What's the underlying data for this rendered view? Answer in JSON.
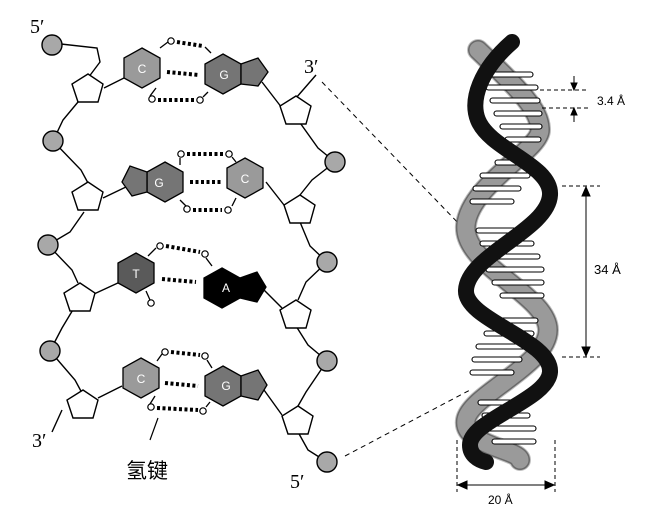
{
  "left_strand": {
    "top_end_label": "5′",
    "bottom_end_label": "3′"
  },
  "right_strand": {
    "top_end_label": "3′",
    "bottom_end_label": "5′"
  },
  "base_pairs": [
    {
      "left": "C",
      "right": "G"
    },
    {
      "left": "G",
      "right": "C"
    },
    {
      "left": "T",
      "right": "A"
    },
    {
      "left": "C",
      "right": "G"
    }
  ],
  "hydrogen_bond_label": "氢键",
  "helix_dimensions": {
    "base_spacing": "3.4 Å",
    "pitch": "34 Å",
    "diameter": "20 Å"
  },
  "colors": {
    "phosphate": "#a8a8a8",
    "purine_G": "#757575",
    "pyrimidine_C": "#9a9a9a",
    "thymine": "#5a5a5a",
    "adenine": "#000000",
    "backbone_front": "#111111",
    "backbone_back": "#8e8e8e"
  }
}
